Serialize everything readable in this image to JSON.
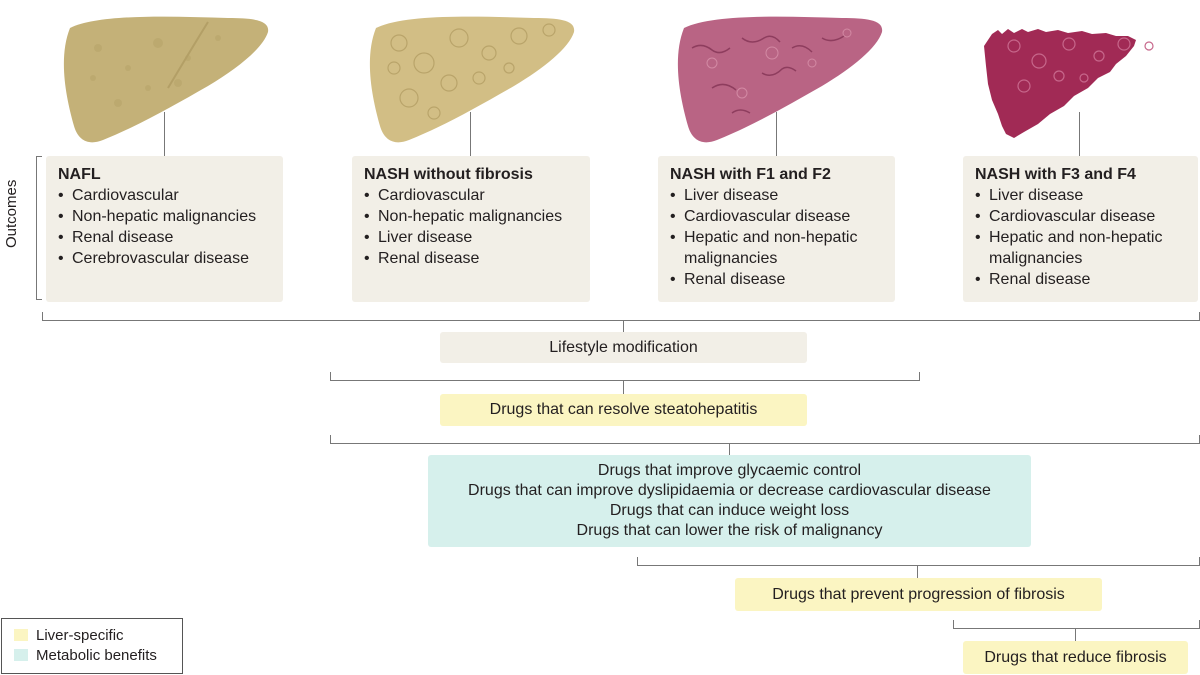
{
  "side_label": "Outcomes",
  "stages": [
    {
      "title": "NAFL",
      "items": [
        "Cardiovascular",
        "Non-hepatic malignancies",
        "Renal disease",
        "Cerebrovascular disease"
      ]
    },
    {
      "title": "NASH without fibrosis",
      "items": [
        "Cardiovascular",
        "Non-hepatic malignancies",
        "Liver disease",
        "Renal disease"
      ]
    },
    {
      "title": "NASH with F1 and F2",
      "items": [
        "Liver disease",
        "Cardiovascular disease",
        "Hepatic and non-hepatic malignancies",
        "Renal disease"
      ]
    },
    {
      "title": "NASH with F3 and F4",
      "items": [
        "Liver disease",
        "Cardiovascular disease",
        "Hepatic and non-hepatic malignancies",
        "Renal disease"
      ]
    }
  ],
  "interventions": {
    "lifestyle": "Lifestyle modification",
    "steatohepatitis": "Drugs that can resolve steatohepatitis",
    "metabolic": [
      "Drugs that improve glycaemic control",
      "Drugs that can improve dyslipidaemia  or decrease cardiovascular disease",
      "Drugs that can induce weight loss",
      "Drugs that can lower the risk of malignancy"
    ],
    "prevent_fibrosis": "Drugs that prevent progression of fibrosis",
    "reduce_fibrosis": "Drugs that reduce fibrosis"
  },
  "legend": {
    "liver_specific": "Liver-specific",
    "metabolic_benefits": "Metabolic benefits"
  },
  "colors": {
    "liver_specific": "#fbf5c2",
    "metabolic_benefits": "#d6f0ec",
    "neutral": "#f2efe7",
    "liver_nafl": "#c4b178",
    "liver_nash": "#d2be85",
    "liver_f1f2": "#b96484",
    "liver_f3f4": "#a12a55"
  },
  "icons": [
    "liver-nafl-icon",
    "liver-nash-icon",
    "liver-f1f2-icon",
    "liver-f3f4-icon"
  ]
}
